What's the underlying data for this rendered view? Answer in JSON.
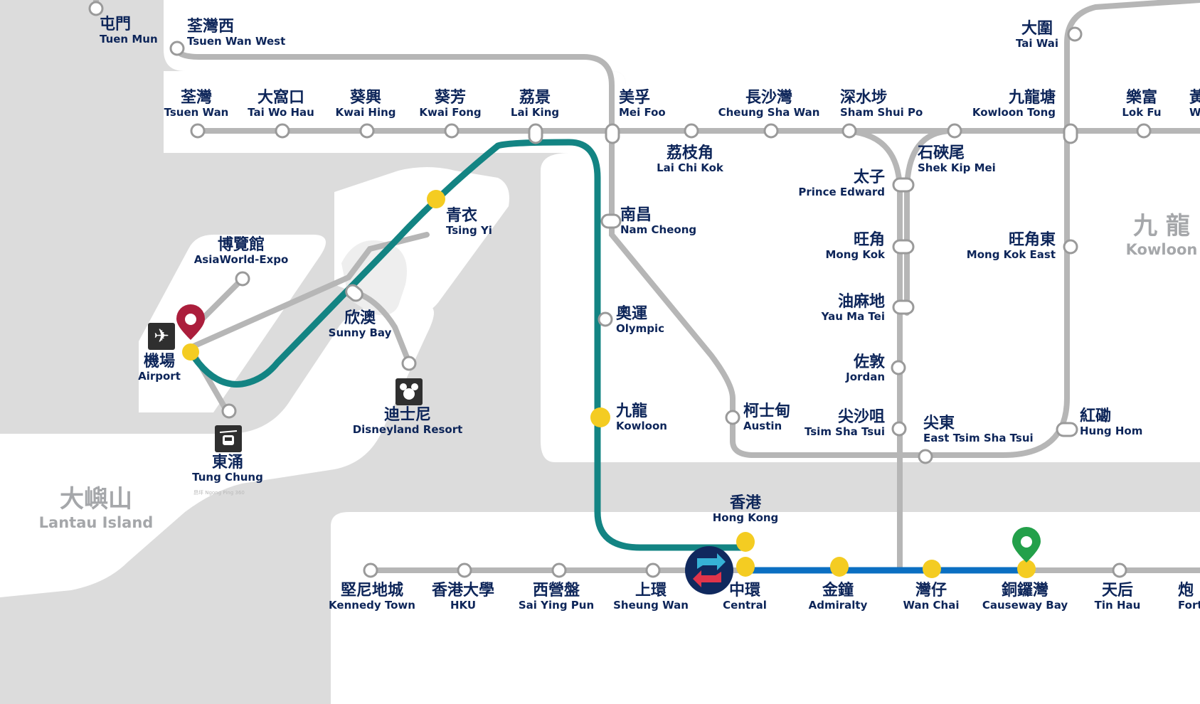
{
  "colors": {
    "airport_express": "#138483",
    "island_line": "#0b6fc2",
    "track_grey": "#b6b6b6",
    "station_yellow": "#f4cc22",
    "origin_pin": "#ab1e3c",
    "destination_pin": "#23a04a",
    "label": "#0d2559"
  },
  "stations": {
    "tuen_mun": {
      "zh": "屯門",
      "en": "Tuen Mun"
    },
    "tsuen_wan_west": {
      "zh": "荃灣西",
      "en": "Tsuen Wan West"
    },
    "tai_wai": {
      "zh": "大圍",
      "en": "Tai Wai"
    },
    "tsuen_wan": {
      "zh": "荃灣",
      "en": "Tsuen Wan"
    },
    "tai_wo_hau": {
      "zh": "大窩口",
      "en": "Tai Wo Hau"
    },
    "kwai_hing": {
      "zh": "葵興",
      "en": "Kwai Hing"
    },
    "kwai_fong": {
      "zh": "葵芳",
      "en": "Kwai Fong"
    },
    "lai_king": {
      "zh": "荔景",
      "en": "Lai King"
    },
    "mei_foo": {
      "zh": "美孚",
      "en": "Mei Foo"
    },
    "lai_chi_kok": {
      "zh": "荔枝角",
      "en": "Lai Chi Kok"
    },
    "cheung_sha_wan": {
      "zh": "長沙灣",
      "en": "Cheung Sha Wan"
    },
    "sham_shui_po": {
      "zh": "深水埗",
      "en": "Sham Shui Po"
    },
    "kowloon_tong": {
      "zh": "九龍塘",
      "en": "Kowloon Tong"
    },
    "lok_fu": {
      "zh": "樂富",
      "en": "Lok Fu"
    },
    "wong_tai_sin_edge": {
      "zh": "黃",
      "en": "Wo"
    },
    "shek_kip_mei": {
      "zh": "石硤尾",
      "en": "Shek Kip Mei"
    },
    "prince_edward": {
      "zh": "太子",
      "en": "Prince Edward"
    },
    "tsing_yi": {
      "zh": "青衣",
      "en": "Tsing Yi"
    },
    "nam_cheong": {
      "zh": "南昌",
      "en": "Nam Cheong"
    },
    "mong_kok": {
      "zh": "旺角",
      "en": "Mong Kok"
    },
    "mong_kok_east": {
      "zh": "旺角東",
      "en": "Mong Kok East"
    },
    "asiaworld_expo": {
      "zh": "博覽館",
      "en": "AsiaWorld-Expo"
    },
    "sunny_bay": {
      "zh": "欣澳",
      "en": "Sunny Bay"
    },
    "olympic": {
      "zh": "奧運",
      "en": "Olympic"
    },
    "yau_ma_tei": {
      "zh": "油麻地",
      "en": "Yau Ma Tei"
    },
    "airport": {
      "zh": "機場",
      "en": "Airport"
    },
    "jordan": {
      "zh": "佐敦",
      "en": "Jordan"
    },
    "disneyland": {
      "zh": "迪士尼",
      "en": "Disneyland Resort"
    },
    "kowloon": {
      "zh": "九龍",
      "en": "Kowloon"
    },
    "austin": {
      "zh": "柯士甸",
      "en": "Austin"
    },
    "tsim_sha_tsui": {
      "zh": "尖沙咀",
      "en": "Tsim Sha Tsui"
    },
    "east_tsim_sha_tsui": {
      "zh": "尖東",
      "en": "East Tsim Sha Tsui"
    },
    "hung_hom": {
      "zh": "紅磡",
      "en": "Hung Hom"
    },
    "tung_chung": {
      "zh": "東涌",
      "en": "Tung Chung"
    },
    "hong_kong": {
      "zh": "香港",
      "en": "Hong Kong"
    },
    "kennedy_town": {
      "zh": "堅尼地城",
      "en": "Kennedy Town"
    },
    "hku": {
      "zh": "香港大學",
      "en": "HKU"
    },
    "sai_ying_pun": {
      "zh": "西營盤",
      "en": "Sai Ying Pun"
    },
    "sheung_wan": {
      "zh": "上環",
      "en": "Sheung Wan"
    },
    "central": {
      "zh": "中環",
      "en": "Central"
    },
    "admiralty": {
      "zh": "金鐘",
      "en": "Admiralty"
    },
    "wan_chai": {
      "zh": "灣仔",
      "en": "Wan Chai"
    },
    "causeway_bay": {
      "zh": "銅鑼灣",
      "en": "Causeway Bay"
    },
    "tin_hau": {
      "zh": "天后",
      "en": "Tin Hau"
    },
    "fortress_edge": {
      "zh": "炮",
      "en": "Fort"
    }
  },
  "areas": {
    "kowloon": {
      "zh": "九 龍",
      "en": "Kowloon"
    },
    "lantau": {
      "zh": "大嶼山",
      "en": "Lantau Island"
    }
  },
  "ngong_ping_note": "昂坪 Ngong Ping 360",
  "icons": {
    "airport": "airplane-icon",
    "disneyland": "mickey-icon",
    "cable_car": "cable-car-icon",
    "interchange": "interchange-arrows-icon",
    "origin": "map-pin-red-icon",
    "destination": "map-pin-green-icon"
  }
}
